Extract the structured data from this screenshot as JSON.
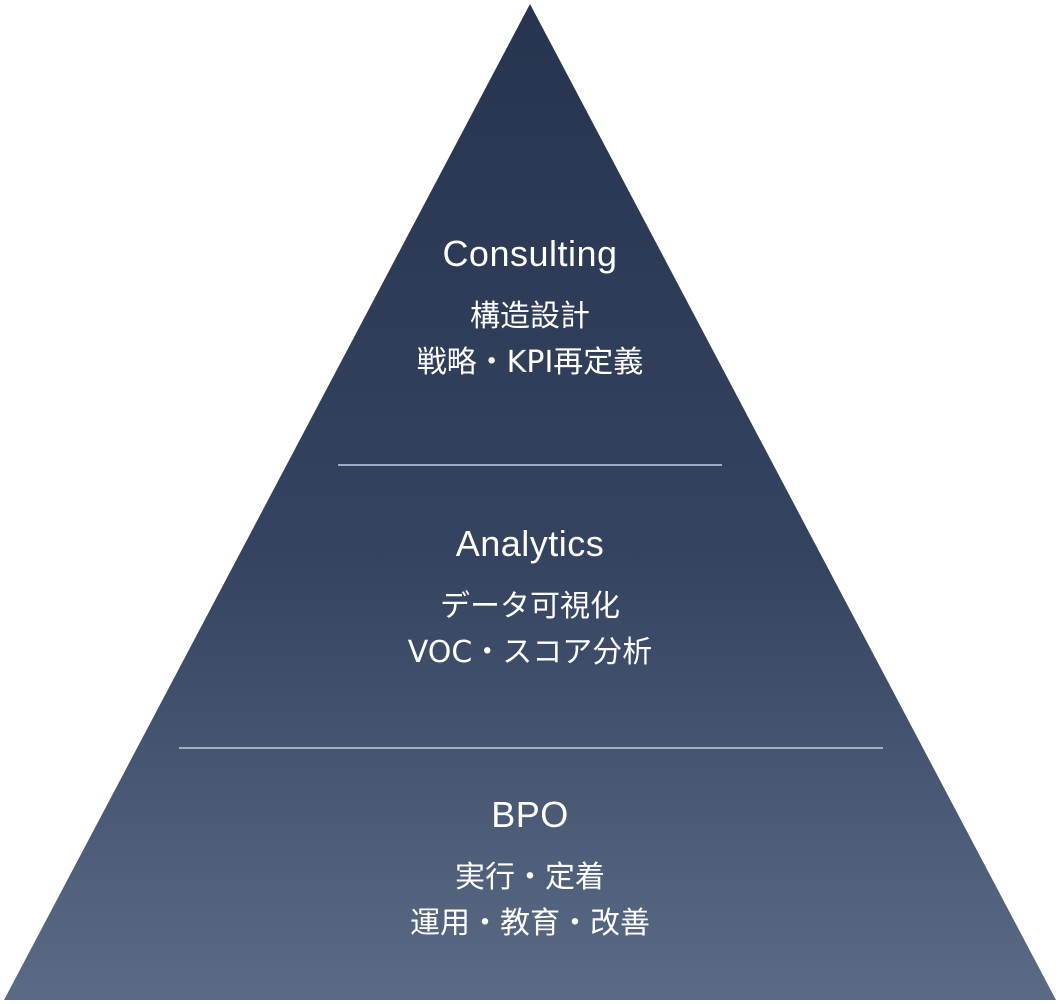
{
  "pyramid": {
    "colors": {
      "top": "#27344f",
      "bottom": "#5b6a85",
      "divider": "#c5cde0",
      "text": "#ffffff"
    },
    "tiers": [
      {
        "title": "Consulting",
        "lines": [
          "構造設計",
          "戦略・KPI再定義"
        ]
      },
      {
        "title": "Analytics",
        "lines": [
          "データ可視化",
          "VOC・スコア分析"
        ]
      },
      {
        "title": "BPO",
        "lines": [
          "実行・定着",
          "運用・教育・改善"
        ]
      }
    ]
  }
}
